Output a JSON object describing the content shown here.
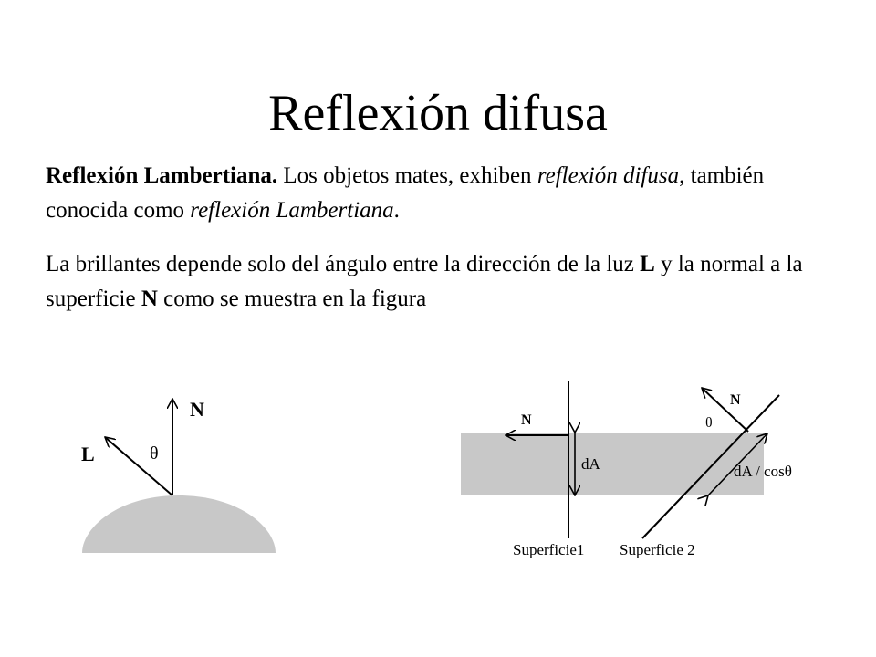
{
  "title": "Reflexión difusa",
  "paragraph1": {
    "bold_lead": "Reflexión Lambertiana.",
    "text_a": " Los objetos mates, exhiben ",
    "italic_a": "reflexión difusa",
    "text_b": ", también conocida como ",
    "italic_b": "reflexión Lambertiana",
    "text_c": "."
  },
  "paragraph2": {
    "text_a": "La brillantes depende solo del ángulo  entre la dirección de la luz ",
    "bold_L": "L",
    "text_b": " y la normal a la superficie ",
    "bold_N": "N",
    "text_c": " como se muestra en la figura"
  },
  "figure_left": {
    "normal_label": "N",
    "light_label": "L",
    "angle_label": "θ"
  },
  "figure_right": {
    "normal_label_1": "N",
    "normal_label_2": "N",
    "angle_label": "θ",
    "area_label": "dA",
    "projected_area_label": "dA / cosθ",
    "surface1_label": "Superficie1",
    "surface2_label": "Superficie 2"
  },
  "colors": {
    "surface_fill": "#c8c8c8",
    "line": "#000000"
  }
}
